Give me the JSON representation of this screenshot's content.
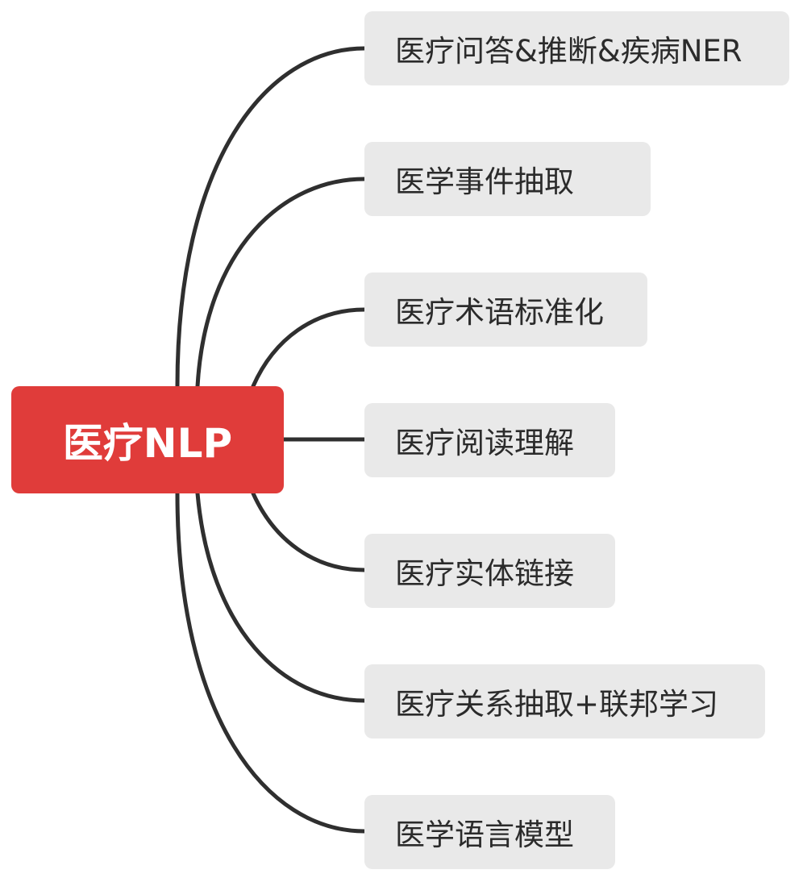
{
  "root": {
    "label": "医疗NLP"
  },
  "branches": [
    {
      "label": "医疗问答&推断&疾病NER"
    },
    {
      "label": "医学事件抽取"
    },
    {
      "label": "医疗术语标准化"
    },
    {
      "label": "医疗阅读理解"
    },
    {
      "label": "医疗实体链接"
    },
    {
      "label": "医疗关系抽取+联邦学习"
    },
    {
      "label": "医学语言模型"
    }
  ],
  "colors": {
    "root_fill": "#e03c3a",
    "node_fill": "#e9e9e9",
    "edge": "#2f2f2f",
    "node_text": "#2b2b2b"
  }
}
